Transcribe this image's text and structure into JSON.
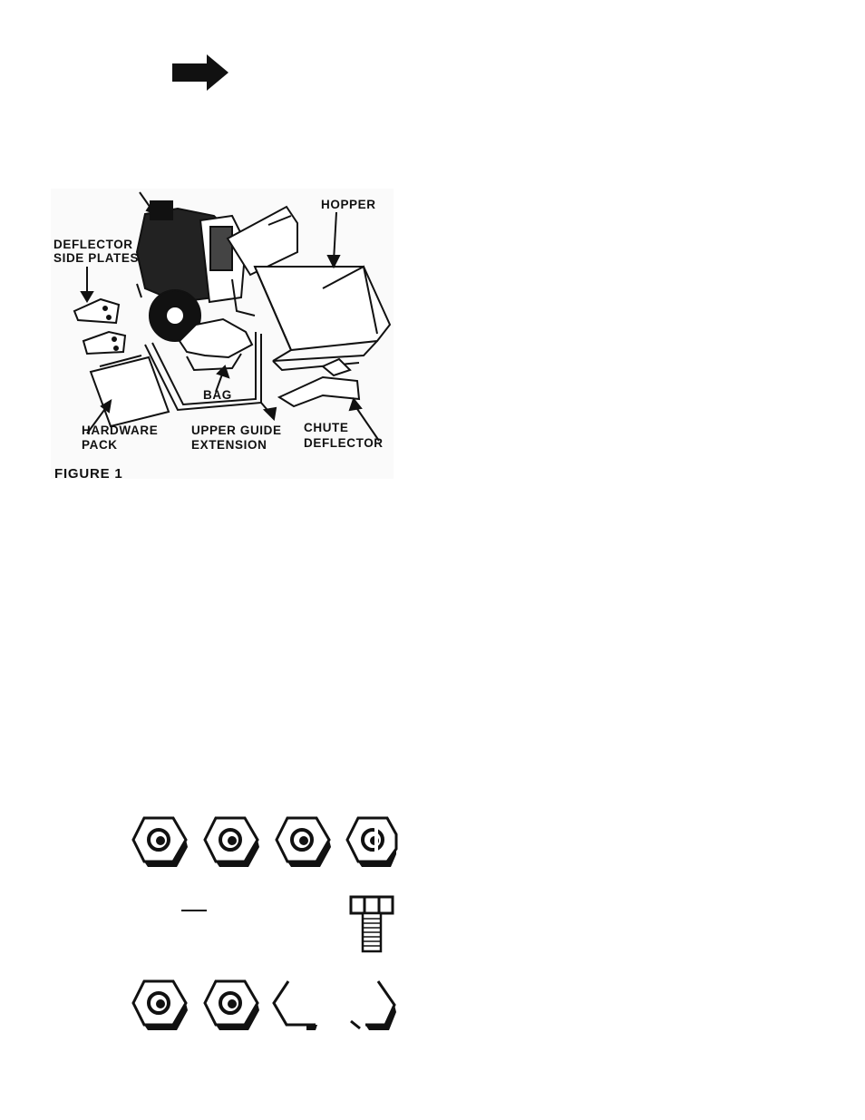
{
  "figure1": {
    "title": "FIGURE 1",
    "labels": {
      "deflector_side_plates_1": "DEFLECTOR",
      "deflector_side_plates_2": "SIDE PLATES",
      "hopper": "HOPPER",
      "bag": "BAG",
      "hardware_pack_1": "HARDWARE",
      "hardware_pack_2": "PACK",
      "upper_guide_extension_1": "UPPER GUIDE",
      "upper_guide_extension_2": "EXTENSION",
      "chute_deflector_1": "CHUTE",
      "chute_deflector_2": "DEFLECTOR"
    }
  },
  "colors": {
    "ink": "#111111",
    "paper": "#ffffff"
  },
  "icons": [
    "arrow-right-icon",
    "hex-nut-icon",
    "hex-bolt-icon",
    "partial-nut-icon"
  ]
}
